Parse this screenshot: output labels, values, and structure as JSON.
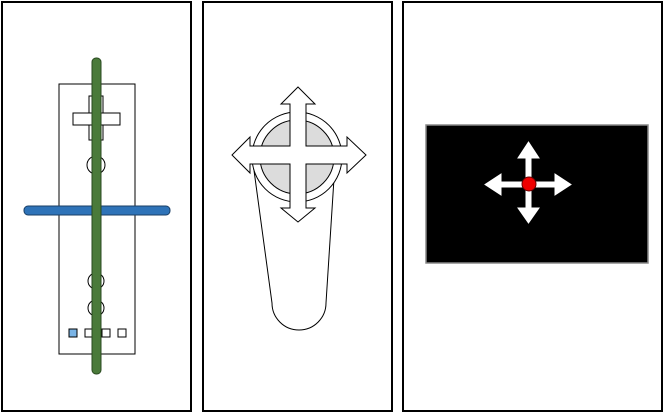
{
  "panels": [
    {
      "id": "remote-panel"
    },
    {
      "id": "nunchuk-panel"
    },
    {
      "id": "screen-panel"
    }
  ],
  "colors": {
    "rod_green": "#4a7a3a",
    "rod_blue": "#2e73b8",
    "small_square_blue": "#7ab4e6",
    "screen_black": "#000000",
    "cursor_red": "#ee0000",
    "disc_gray": "#dcdcdc"
  },
  "icons": [
    "move-arrows-icon",
    "cursor-dot-icon"
  ]
}
